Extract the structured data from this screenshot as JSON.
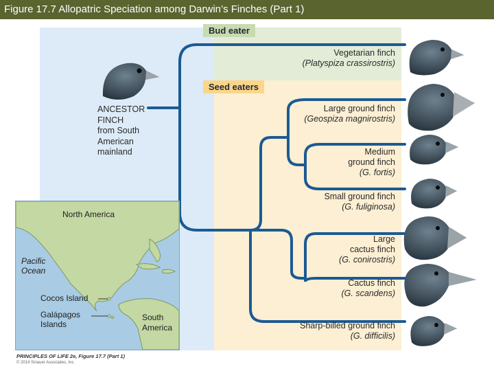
{
  "title": "Figure 17.7  Allopatric Speciation among Darwin’s Finches (Part 1)",
  "groups": {
    "bud_eater": "Bud eater",
    "seed_eaters": "Seed eaters"
  },
  "ancestor": {
    "line1": "ANCESTOR",
    "line2": "FINCH",
    "line3": "from South",
    "line4": "American",
    "line5": "mainland"
  },
  "species": [
    {
      "common": "Vegetarian finch",
      "scientific": "(Platyspiza crassirostris)"
    },
    {
      "common": "Large ground finch",
      "scientific": "(Geospiza magnirostris)"
    },
    {
      "common1": "Medium",
      "common2": "ground finch",
      "scientific": "(G. fortis)"
    },
    {
      "common": "Small ground finch",
      "scientific": "(G. fuliginosa)"
    },
    {
      "common1": "Large",
      "common2": "cactus finch",
      "scientific": "(G. conirostris)"
    },
    {
      "common": "Cactus finch",
      "scientific": "(G. scandens)"
    },
    {
      "common": "Sharp-billed ground finch",
      "scientific": "(G. difficilis)"
    }
  ],
  "map": {
    "north_america": "North America",
    "pacific1": "Pacific",
    "pacific2": "Ocean",
    "cocos": "Cocos Island",
    "galapagos1": "Galápagos",
    "galapagos2": "Islands",
    "south1": "South",
    "south2": "America"
  },
  "credit": "PRINCIPLES OF LIFE 2e, Figure 17.7 (Part 1)",
  "copyright": "© 2014 Sinauer Associates, Inc.",
  "colors": {
    "title_bar": "#59642f",
    "tree_line": "#1b5a94",
    "bird": "#3b4a55"
  }
}
